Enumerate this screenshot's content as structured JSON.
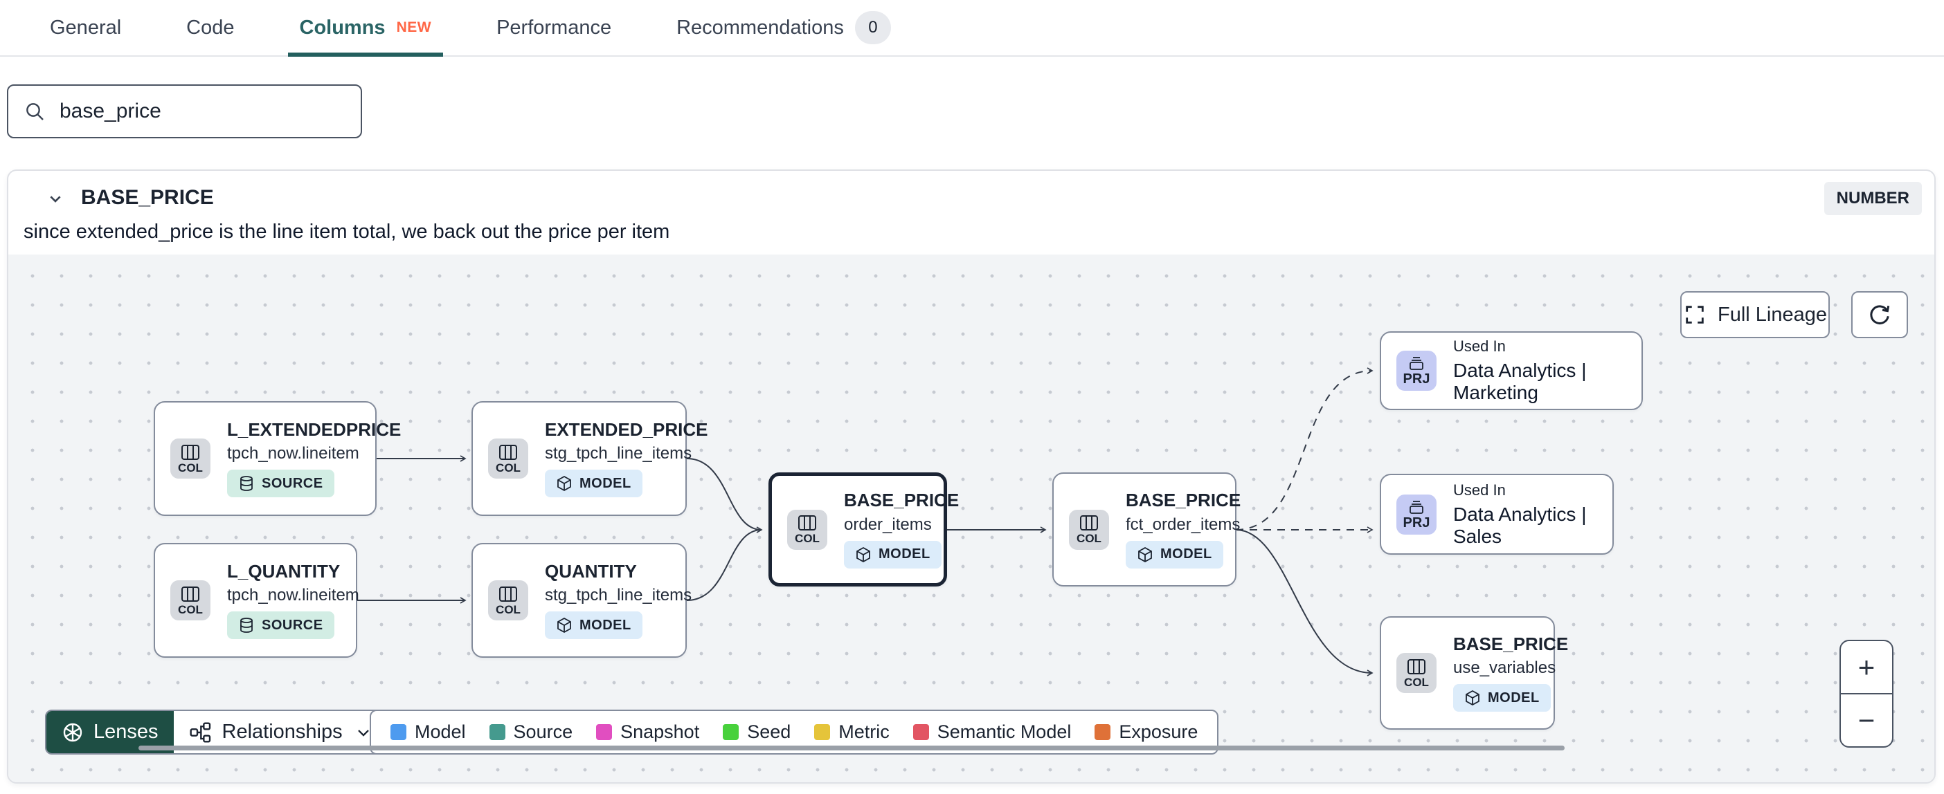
{
  "colors": {
    "accent_teal": "#235f5e",
    "new_badge_orange": "#ff6746",
    "lenses_green": "#1e4e44",
    "selected_node_border": "#1b2434"
  },
  "tabs": {
    "items": [
      {
        "label": "General"
      },
      {
        "label": "Code"
      },
      {
        "label": "Columns",
        "badge": "NEW"
      },
      {
        "label": "Performance"
      },
      {
        "label": "Recommendations",
        "count": "0"
      }
    ]
  },
  "search": {
    "value": "base_price",
    "placeholder": ""
  },
  "column_panel": {
    "name": "BASE_PRICE",
    "type": "NUMBER",
    "description": "since extended_price is the line item total, we back out the price per item"
  },
  "lineage": {
    "controls": {
      "full_lineage": "Full Lineage",
      "zoom_in": "+",
      "zoom_out": "−"
    },
    "nodes": [
      {
        "kind": "COL",
        "title": "L_EXTENDEDPRICE",
        "subtitle": "tpch_now.lineitem",
        "badge": "SOURCE"
      },
      {
        "kind": "COL",
        "title": "EXTENDED_PRICE",
        "subtitle": "stg_tpch_line_items",
        "badge": "MODEL"
      },
      {
        "kind": "COL",
        "title": "L_QUANTITY",
        "subtitle": "tpch_now.lineitem",
        "badge": "SOURCE"
      },
      {
        "kind": "COL",
        "title": "QUANTITY",
        "subtitle": "stg_tpch_line_items",
        "badge": "MODEL"
      },
      {
        "kind": "COL",
        "title": "BASE_PRICE",
        "subtitle": "order_items",
        "badge": "MODEL"
      },
      {
        "kind": "COL",
        "title": "BASE_PRICE",
        "subtitle": "fct_order_items",
        "badge": "MODEL"
      },
      {
        "kind": "PRJ",
        "label": "Used In",
        "title": "Data Analytics | Marketing"
      },
      {
        "kind": "PRJ",
        "label": "Used In",
        "title": "Data Analytics | Sales"
      },
      {
        "kind": "COL",
        "title": "BASE_PRICE",
        "subtitle": "use_variables",
        "badge": "MODEL"
      }
    ],
    "toolbar": {
      "lenses": "Lenses",
      "relationships": "Relationships"
    },
    "legend": [
      {
        "label": "Model",
        "color": "#4e9bef"
      },
      {
        "label": "Source",
        "color": "#459a8e"
      },
      {
        "label": "Snapshot",
        "color": "#e14ec0"
      },
      {
        "label": "Seed",
        "color": "#48d13c"
      },
      {
        "label": "Metric",
        "color": "#e5c43a"
      },
      {
        "label": "Semantic Model",
        "color": "#e25563"
      },
      {
        "label": "Exposure",
        "color": "#df7138"
      }
    ]
  }
}
